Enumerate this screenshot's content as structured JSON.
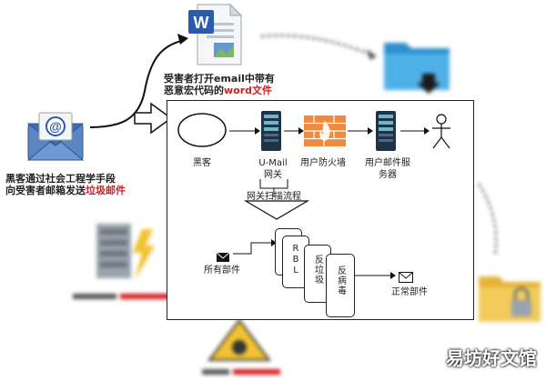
{
  "victim_text": {
    "line1": "受害者打开email中带有",
    "line2_prefix": "恶意宏代码的",
    "line2_highlight": "word文件"
  },
  "attacker_text": {
    "line1": "黑客通过社会工程学手段",
    "line2_prefix": "向受害者邮箱发送",
    "line2_highlight": "垃圾邮件"
  },
  "overlay": {
    "hacker_label": "黑客",
    "umail_label": "U-Mail\n网关",
    "firewall_label": "用户防火墙",
    "mailserver_label": "用户邮件服\n务器",
    "gateway_scan_label": "网关扫描流程",
    "all_mail_label": "所有部件",
    "normal_mail_label": "正常部件",
    "card_rbl": "RBL",
    "card_antispam": "反垃圾",
    "card_antivirus": "反病毒"
  },
  "watermark": "易坊好文馆",
  "colors": {
    "highlight": "#d21f1f",
    "firewall": "#f08a3c",
    "server": "#1f3247",
    "server_light": "#6fb7c8",
    "folder_blue": "#2f8fcc"
  }
}
